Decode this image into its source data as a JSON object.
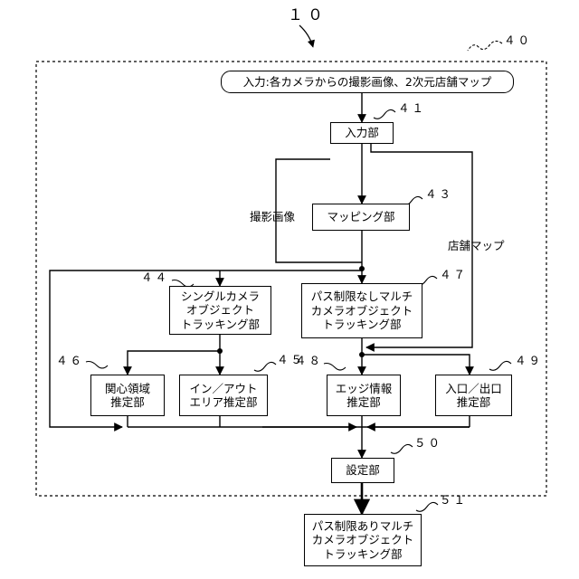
{
  "reference_numbers": {
    "system": "１０",
    "unit": "４０",
    "input": "４１",
    "mapping": "４３",
    "single_cam": "４４",
    "in_out_area": "４５",
    "interest_area": "４６",
    "multi_no_path": "４７",
    "edge_info": "４８",
    "entrance_exit": "４９",
    "setting": "５０",
    "multi_with_path": "５１"
  },
  "boxes": {
    "input_source": [
      "入力:各カメラからの撮影画像、2次元店舗マップ"
    ],
    "input_unit": [
      "入力部"
    ],
    "mapping_unit": [
      "マッピング部"
    ],
    "single_cam_tracking": [
      "シングルカメラ",
      "オブジェクト",
      "トラッキング部"
    ],
    "multi_no_path": [
      "パス制限なしマルチ",
      "カメラオブジェクト",
      "トラッキング部"
    ],
    "interest_area": [
      "関心領域",
      "推定部"
    ],
    "in_out_area": [
      "イン／アウト",
      "エリア推定部"
    ],
    "edge_info": [
      "エッジ情報",
      "推定部"
    ],
    "entrance_exit": [
      "入口／出口",
      "推定部"
    ],
    "setting_unit": [
      "設定部"
    ],
    "multi_with_path": [
      "パス制限ありマルチ",
      "カメラオブジェクト",
      "トラッキング部"
    ]
  },
  "edge_labels": {
    "captured_images": "撮影画像",
    "store_map": "店舗マップ"
  }
}
